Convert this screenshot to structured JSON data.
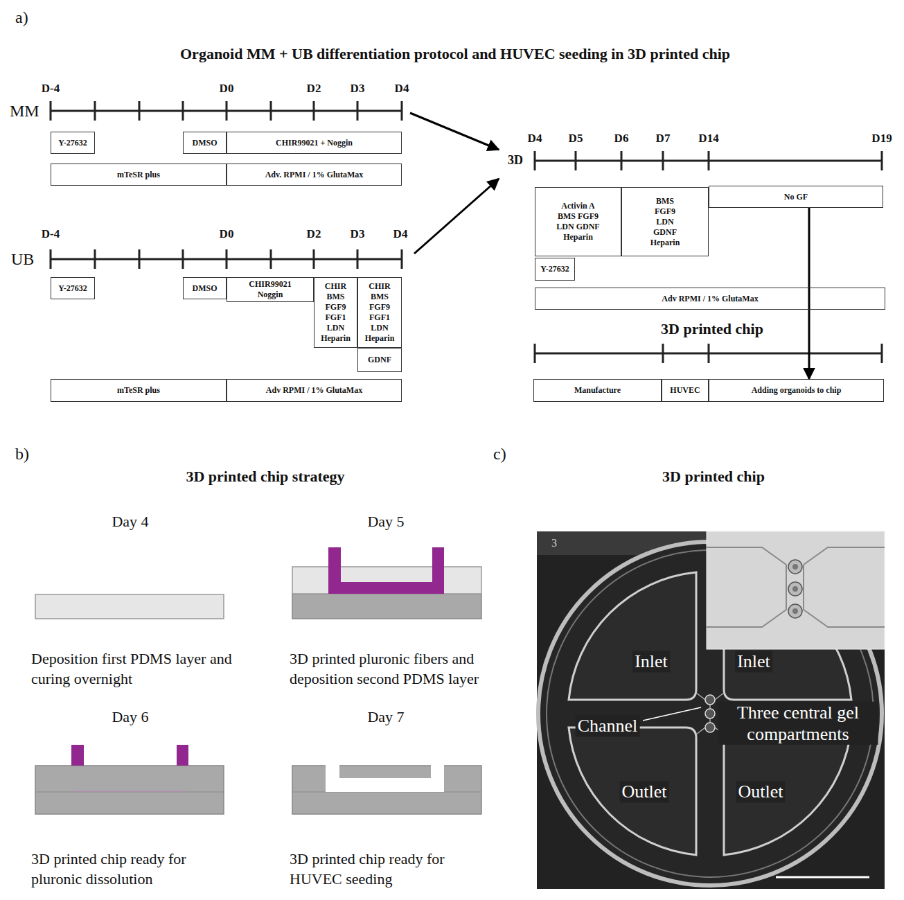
{
  "diagram": {
    "title": "Organoid MM + UB differentiation protocol and HUVEC seeding in 3D printed chip",
    "nodes": [
      {
        "text": [
          "Y-27632"
        ]
      },
      {
        "text": [
          "DMSO"
        ]
      },
      {
        "text": [
          "CHIR99021 + Noggin"
        ]
      },
      {
        "text": [
          "mTeSR plus"
        ]
      },
      {
        "text": [
          "Adv. RPMI / 1% GlutaMax"
        ]
      },
      {
        "text": [
          "Y-27632"
        ]
      },
      {
        "text": [
          "DMSO"
        ]
      },
      {
        "text": [
          "CHIR99021 Noggin"
        ]
      },
      {
        "text": [
          "CHIR BMS FGF9 FGF1 LDN Heparin"
        ]
      },
      {
        "text": [
          "CHIR BMS FGF9 FGF1 LDN Heparin"
        ]
      },
      {
        "text": [
          "GDNF"
        ]
      },
      {
        "text": [
          "mTeSR plus"
        ]
      },
      {
        "text": [
          "Adv RPMI / 1% GlutaMax"
        ]
      },
      {
        "text": [
          "Activin A BMS FGF9 LDN GDNF Heparin"
        ]
      },
      {
        "text": [
          "BMS FGF9 LDN GDNF Heparin"
        ]
      },
      {
        "text": [
          "No GF"
        ]
      },
      {
        "text": [
          "Y-27632"
        ]
      },
      {
        "text": [
          "Adv RPMI / 1% GlutaMax"
        ]
      },
      {
        "text": [
          "Manufacture"
        ]
      },
      {
        "text": [
          "HUVEC"
        ]
      },
      {
        "text": [
          "Adding organoids to chip"
        ]
      }
    ],
    "edges": [
      {
        "from": 15,
        "to": 20,
        "arrow": "to"
      }
    ],
    "labels": [
      "a)",
      "D-4",
      "D0",
      "D2",
      "D3",
      "D4",
      "MM",
      "D-4",
      "D0",
      "D2",
      "D3",
      "D4",
      "UB",
      "3D",
      "D4",
      "D5",
      "D6",
      "D7",
      "D14",
      "D19",
      "3D printed chip",
      "b)",
      "3D printed chip strategy",
      "Day 4",
      "Day 5",
      "Deposition first PDMS layer and curing overnight",
      "3D printed pluronic fibers and deposition second PDMS layer",
      "Day 6",
      "Day 7",
      "3D printed chip ready for pluronic dissolution",
      "3D printed chip ready for HUVEC seeding",
      "c)",
      "3D printed chip",
      "3",
      "Inlet",
      "Inlet",
      "Channel",
      "Three central gel compartments",
      "Outlet",
      "Outlet"
    ]
  }
}
